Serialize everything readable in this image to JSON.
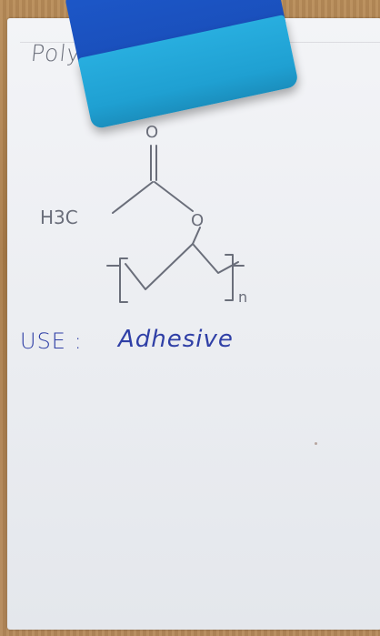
{
  "card": {
    "title_start": "Poly",
    "title_end": "cetate",
    "use_label": "USE :",
    "use_value": "Adhesive"
  },
  "structure": {
    "methyl_label": "H3C",
    "carbonyl_oxygen": "O",
    "ester_oxygen": "O",
    "repeat_subscript": "n"
  },
  "colors": {
    "pencil": "#6a6e7a",
    "ink": "#2f3fa6",
    "card": "#eef0f3",
    "eraser_blue": "#1c57c8",
    "eraser_cyan": "#28aedf"
  }
}
